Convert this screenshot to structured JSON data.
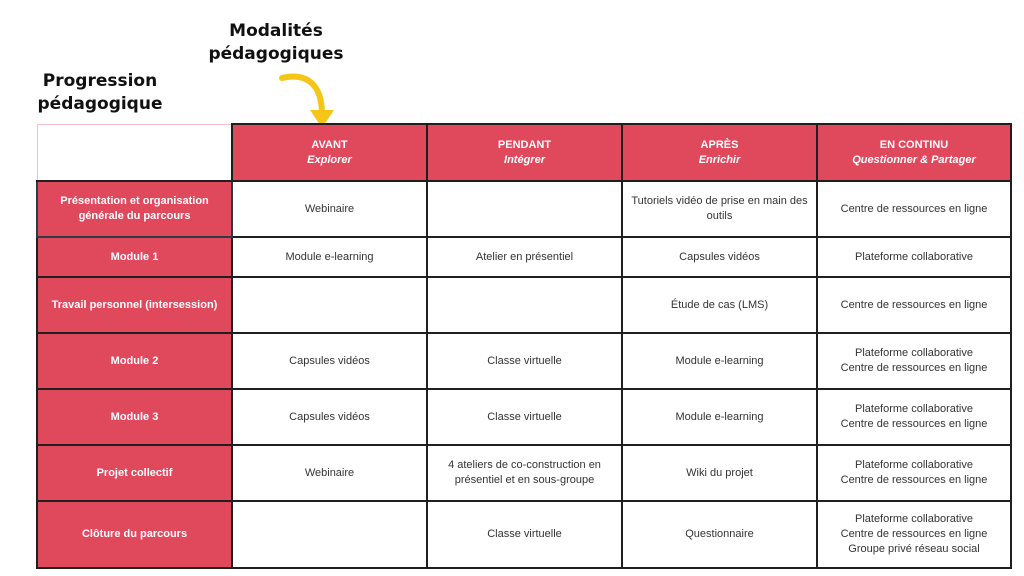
{
  "labels": {
    "modalites": "Modalités pédagogiques",
    "progression": "Progression pédagogique"
  },
  "colors": {
    "accent": "#e0485c",
    "arrow": "#f5c518",
    "border": "#1f1f1f"
  },
  "columns": [
    {
      "title": "AVANT",
      "subtitle": "Explorer"
    },
    {
      "title": "PENDANT",
      "subtitle": "Intégrer"
    },
    {
      "title": "APRÈS",
      "subtitle": "Enrichir"
    },
    {
      "title": "EN CONTINU",
      "subtitle": "Questionner & Partager"
    }
  ],
  "rows": [
    {
      "label": "Présentation et organisation générale du parcours",
      "cells": [
        [
          "Webinaire"
        ],
        [],
        [
          "Tutoriels vidéo de prise en main des outils"
        ],
        [
          "Centre de ressources en ligne"
        ]
      ]
    },
    {
      "label": "Module 1",
      "cells": [
        [
          "Module e-learning"
        ],
        [
          "Atelier en présentiel"
        ],
        [
          "Capsules vidéos"
        ],
        [
          "Plateforme collaborative"
        ]
      ]
    },
    {
      "label": "Travail personnel (intersession)",
      "cells": [
        [],
        [],
        [
          "Étude de cas (LMS)"
        ],
        [
          "Centre de ressources en ligne"
        ]
      ]
    },
    {
      "label": "Module 2",
      "cells": [
        [
          "Capsules vidéos"
        ],
        [
          "Classe virtuelle"
        ],
        [
          "Module e-learning"
        ],
        [
          "Plateforme collaborative",
          "Centre de ressources en ligne"
        ]
      ]
    },
    {
      "label": "Module 3",
      "cells": [
        [
          "Capsules vidéos"
        ],
        [
          "Classe virtuelle"
        ],
        [
          "Module e-learning"
        ],
        [
          "Plateforme collaborative",
          "Centre de ressources en ligne"
        ]
      ]
    },
    {
      "label": "Projet collectif",
      "cells": [
        [
          "Webinaire"
        ],
        [
          "4 ateliers de co-construction en présentiel et en sous-groupe"
        ],
        [
          "Wiki du projet"
        ],
        [
          "Plateforme collaborative",
          "Centre de ressources en ligne"
        ]
      ]
    },
    {
      "label": "Clôture du parcours",
      "cells": [
        [],
        [
          "Classe virtuelle"
        ],
        [
          "Questionnaire"
        ],
        [
          "Plateforme collaborative",
          "Centre de ressources en ligne",
          "Groupe privé réseau social"
        ]
      ]
    }
  ]
}
